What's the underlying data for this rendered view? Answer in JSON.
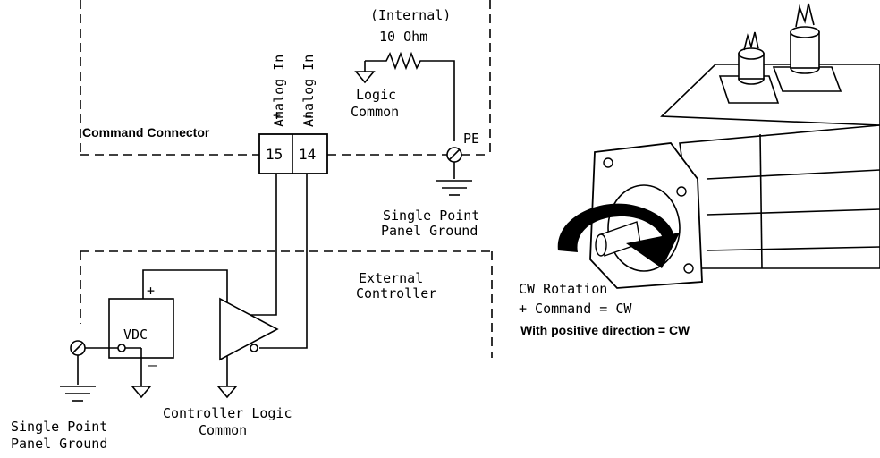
{
  "labels": {
    "internal": "(Internal)",
    "ohm": "10 Ohm",
    "analog_plus_sign": "+",
    "analog_plus": "Analog In",
    "analog_minus_sign": "–",
    "analog_minus": "Analog In",
    "logic_common_1": "Logic",
    "logic_common_2": "Common",
    "command_connector": "Command Connector",
    "pin_15": "15",
    "pin_14": "14",
    "pe": "PE",
    "spg_right_1": "Single Point",
    "spg_right_2": "Panel Ground",
    "external_1": "External",
    "external_2": "Controller",
    "vdc": "VDC",
    "plus": "+",
    "minus": "–",
    "spg_left_1": "Single Point",
    "spg_left_2": "Panel Ground",
    "ctrl_logic_1": "Controller Logic",
    "ctrl_logic_2": "Common",
    "cw_rotation": "CW Rotation",
    "command_cw": "+ Command = CW",
    "positive_dir": "With positive direction = CW"
  },
  "colors": {
    "line": "#000000",
    "background": "#ffffff",
    "motor_shade": "#cfcfcf"
  }
}
